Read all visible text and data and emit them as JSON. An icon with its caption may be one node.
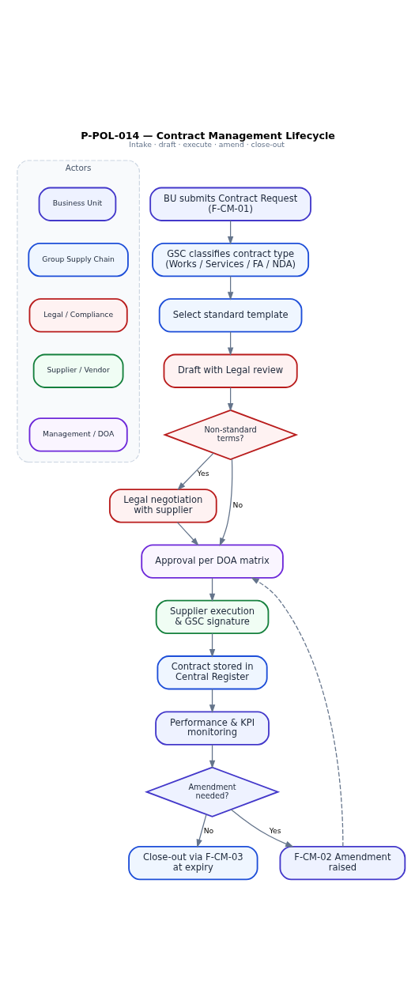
{
  "diagram": {
    "title": "P-POL-014 — Contract Management Lifecycle",
    "caption": "Intake · draft · execute · amend · close-out",
    "nodes": [
      {
        "text": [
          "Actors"
        ]
      },
      {
        "text": [
          "Business Unit"
        ],
        "in": 0
      },
      {
        "text": [
          "Group Supply Chain"
        ],
        "in": 0
      },
      {
        "text": [
          "Legal / Compliance"
        ],
        "in": 0
      },
      {
        "text": [
          "Supplier / Vendor"
        ],
        "in": 0
      },
      {
        "text": [
          "Management / DOA"
        ],
        "in": 0
      },
      {
        "text": [
          "BU submits Contract Request (F-CM-01)"
        ]
      },
      {
        "text": [
          "GSC classifies contract type (Works / Services / FA / NDA)"
        ]
      },
      {
        "text": [
          "Select standard template"
        ]
      },
      {
        "text": [
          "Draft with Legal review"
        ]
      },
      {
        "text": [
          "Non-standard terms?"
        ]
      },
      {
        "text": [
          "Legal negotiation with supplier"
        ]
      },
      {
        "text": [
          "Approval per DOA matrix"
        ]
      },
      {
        "text": [
          "Supplier execution & GSC signature"
        ]
      },
      {
        "text": [
          "Contract stored in Central Register"
        ]
      },
      {
        "text": [
          "Performance & KPI monitoring"
        ]
      },
      {
        "text": [
          "Amendment needed?"
        ]
      },
      {
        "text": [
          "Close-out via F-CM-03 at expiry"
        ]
      },
      {
        "text": [
          "F-CM-02 Amendment raised"
        ]
      }
    ],
    "edges": [
      {
        "from": 6,
        "to": 7,
        "arrow": "to"
      },
      {
        "from": 7,
        "to": 8,
        "arrow": "to"
      },
      {
        "from": 8,
        "to": 9,
        "arrow": "to"
      },
      {
        "from": 9,
        "to": 10,
        "arrow": "to"
      },
      {
        "from": 10,
        "to": 11,
        "arrow": "to",
        "label": "Yes"
      },
      {
        "from": 10,
        "to": 12,
        "arrow": "to",
        "label": "No"
      },
      {
        "from": 11,
        "to": 12,
        "arrow": "to"
      },
      {
        "from": 12,
        "to": 13,
        "arrow": "to"
      },
      {
        "from": 13,
        "to": 14,
        "arrow": "to"
      },
      {
        "from": 14,
        "to": 15,
        "arrow": "to"
      },
      {
        "from": 15,
        "to": 16,
        "arrow": "to"
      },
      {
        "from": 16,
        "to": 17,
        "arrow": "to",
        "label": "No"
      },
      {
        "from": 16,
        "to": 18,
        "arrow": "to",
        "label": "Yes"
      },
      {
        "from": 18,
        "to": 12,
        "arrow": "to",
        "style": "dashed"
      }
    ]
  }
}
